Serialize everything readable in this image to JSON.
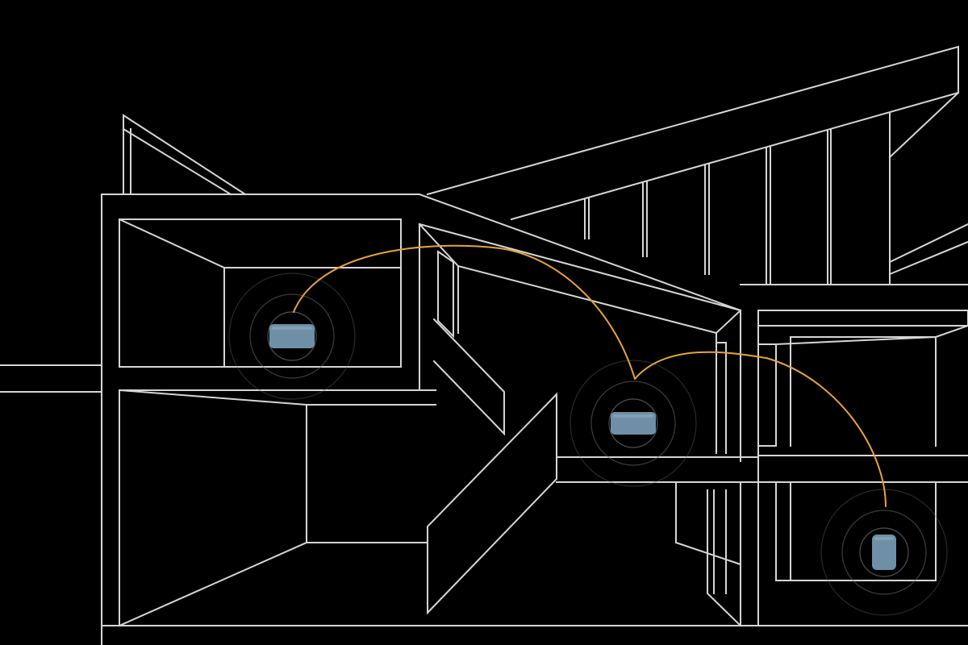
{
  "colors": {
    "background": "#000000",
    "outline": "#d6d6d6",
    "connection": "#e8a33d",
    "device": "#6f8fa6",
    "device_highlight": "#8eacc0",
    "signal_ring": "#6a6a6a"
  },
  "icons": {
    "device": "wifi-mesh-node-icon",
    "signal": "signal-waves-icon"
  },
  "nodes": [
    {
      "name": "mesh-node-upper-left",
      "orientation": "horizontal"
    },
    {
      "name": "mesh-node-center",
      "orientation": "horizontal"
    },
    {
      "name": "mesh-node-lower-right",
      "orientation": "vertical"
    }
  ],
  "connections": [
    {
      "from": "mesh-node-upper-left",
      "to": "mesh-node-center"
    },
    {
      "from": "mesh-node-center",
      "to": "mesh-node-lower-right"
    }
  ]
}
